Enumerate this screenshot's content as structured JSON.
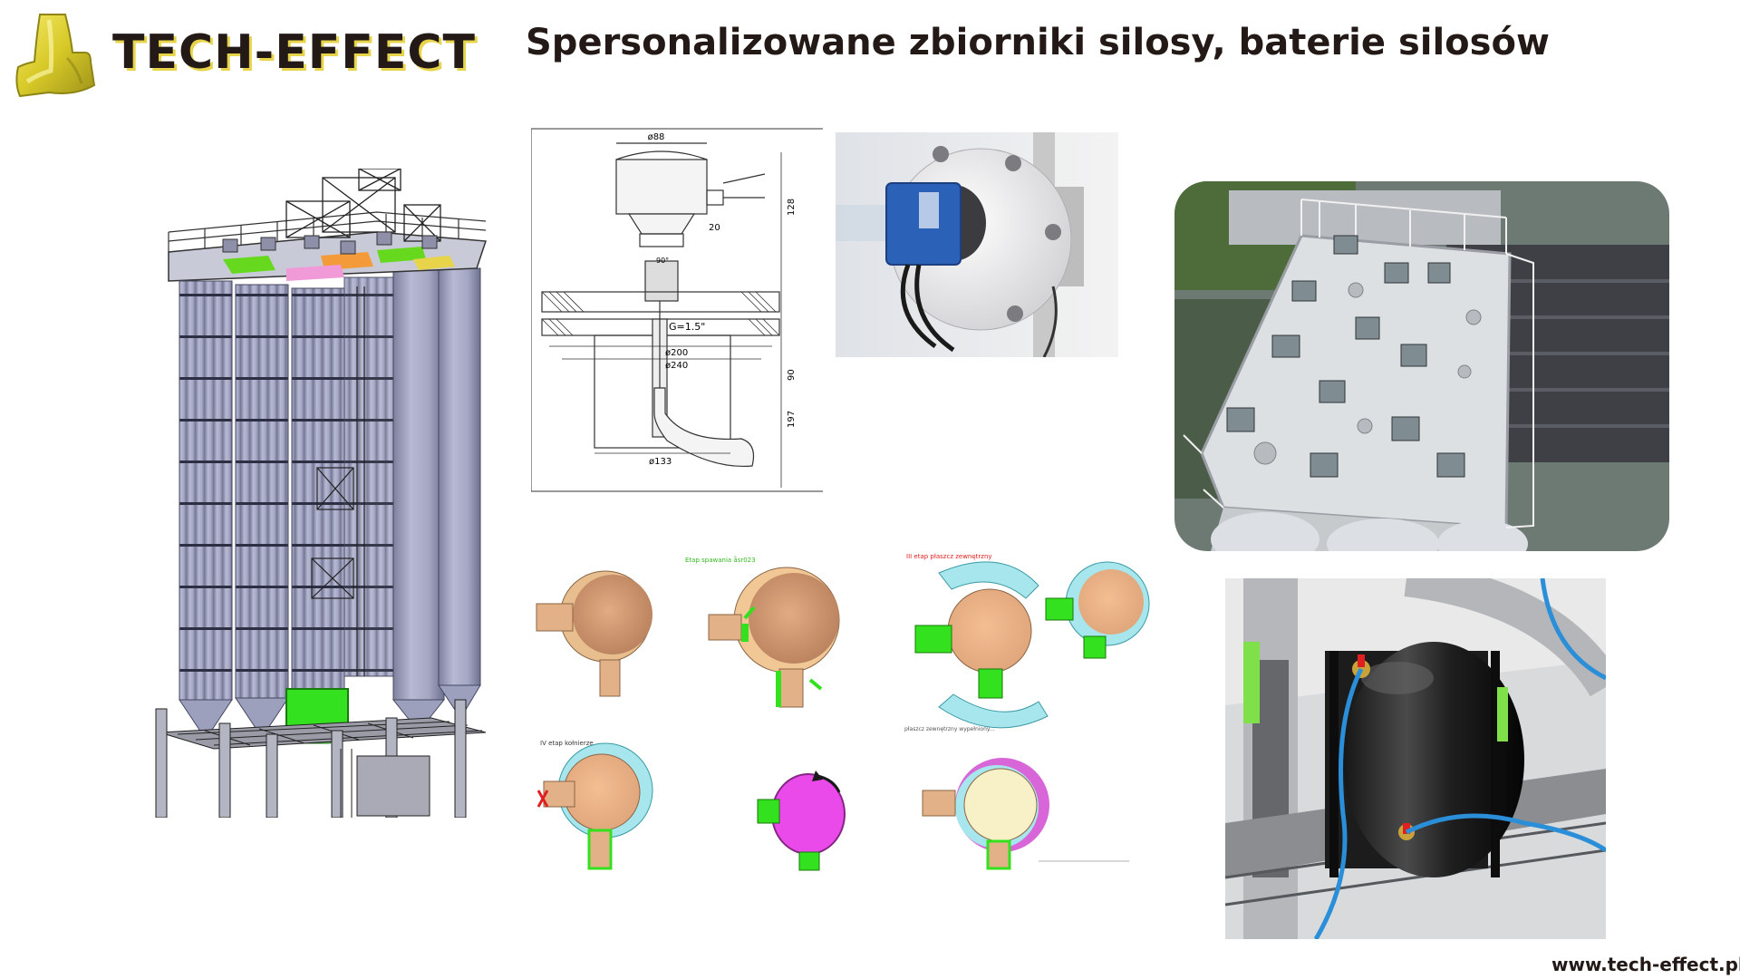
{
  "brand": {
    "name": "TECH-EFFECT",
    "accent": "#e8d44a",
    "text_color": "#231a17"
  },
  "slide": {
    "title": "Spersonalizowane zbiorniki silosy, baterie silosów",
    "footer_url": "www.tech-effect.pl"
  },
  "drawing": {
    "dims": {
      "top_diameter": "ø88",
      "top_dim": "20",
      "height_128": "128",
      "thread": "G=1.5\"",
      "d200": "ø200",
      "d240": "ø240",
      "h90": "90",
      "h197": "197",
      "d133": "ø133",
      "angle": "90°"
    }
  },
  "assembly": {
    "labels": {
      "stage_1": "Etap\nspawania\nåsr023",
      "stage_3": "III etap\npłaszcz\nzewnętrzny",
      "stage_4": "IV etap\nkołnierze",
      "note": "płaszcz zewnętrzny\nwypełniony..."
    }
  },
  "colors": {
    "copper": "#dfa57b",
    "copper_dark": "#b9825e",
    "green": "#33e11f",
    "cyan": "#a7e6ec",
    "magenta": "#e94ae9",
    "silo": "#a4a6c3",
    "silo_dark": "#7d809d",
    "platform_green": "#66d91e",
    "platform_orange": "#f39b3a",
    "platform_pink": "#f09ad8"
  }
}
